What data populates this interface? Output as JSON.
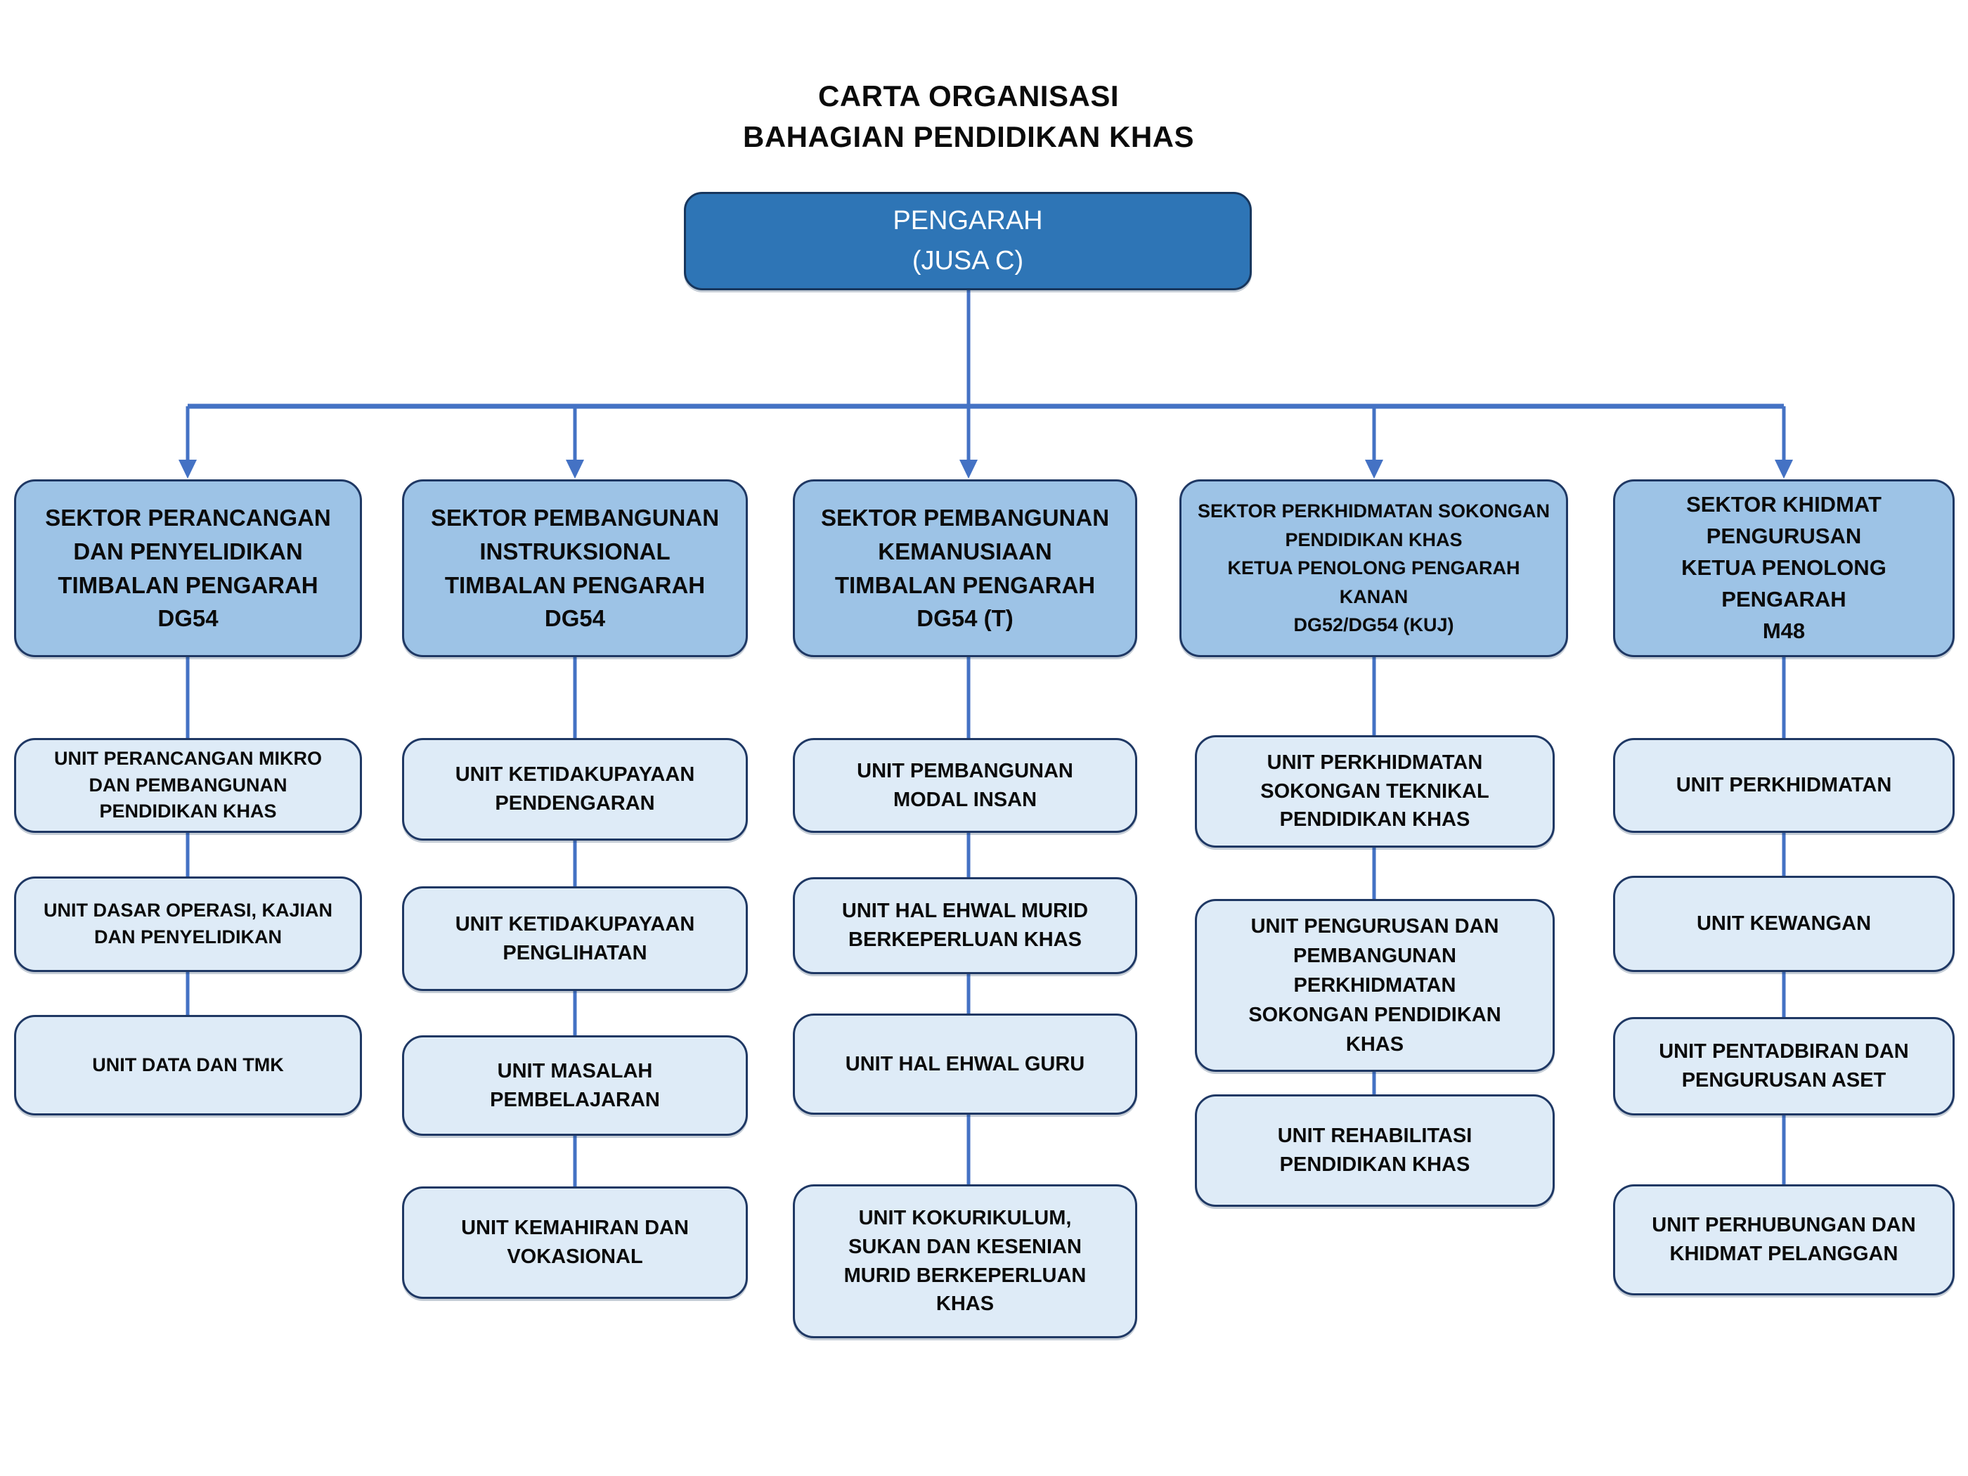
{
  "title": {
    "line1": "CARTA ORGANISASI",
    "line2": "BAHAGIAN PENDIDIKAN KHAS"
  },
  "root": {
    "label": "PENGARAH\n(JUSA C)"
  },
  "colors": {
    "root_fill": "#2E75B6",
    "sector_fill": "#9DC3E6",
    "unit_fill": "#DEEBF7",
    "box_border": "#1F3864",
    "connector": "#4472C4",
    "root_text": "#FFFFFF",
    "box_text": "#0B0B0B"
  },
  "sectors": [
    {
      "label": "SEKTOR PERANCANGAN\nDAN PENYELIDIKAN\nTIMBALAN PENGARAH\nDG54",
      "units": [
        {
          "label": "UNIT PERANCANGAN MIKRO\nDAN PEMBANGUNAN\nPENDIDIKAN KHAS"
        },
        {
          "label": "UNIT DASAR OPERASI, KAJIAN\nDAN PENYELIDIKAN"
        },
        {
          "label": "UNIT DATA DAN TMK"
        }
      ]
    },
    {
      "label": "SEKTOR PEMBANGUNAN\nINSTRUKSIONAL\nTIMBALAN PENGARAH\nDG54",
      "units": [
        {
          "label": "UNIT KETIDAKUPAYAAN\nPENDENGARAN"
        },
        {
          "label": "UNIT KETIDAKUPAYAAN\nPENGLIHATAN"
        },
        {
          "label": "UNIT MASALAH\nPEMBELAJARAN"
        },
        {
          "label": "UNIT KEMAHIRAN DAN\nVOKASIONAL"
        }
      ]
    },
    {
      "label": "SEKTOR PEMBANGUNAN\nKEMANUSIAAN\nTIMBALAN PENGARAH\nDG54 (T)",
      "units": [
        {
          "label": "UNIT PEMBANGUNAN\nMODAL INSAN"
        },
        {
          "label": "UNIT HAL EHWAL MURID\nBERKEPERLUAN KHAS"
        },
        {
          "label": "UNIT HAL EHWAL GURU"
        },
        {
          "label": "UNIT KOKURIKULUM,\nSUKAN DAN KESENIAN\nMURID BERKEPERLUAN\nKHAS"
        }
      ]
    },
    {
      "label": "SEKTOR PERKHIDMATAN SOKONGAN\nPENDIDIKAN KHAS\nKETUA PENOLONG PENGARAH\nKANAN\nDG52/DG54 (KUJ)",
      "units": [
        {
          "label": "UNIT PERKHIDMATAN\nSOKONGAN TEKNIKAL\nPENDIDIKAN KHAS"
        },
        {
          "label": "UNIT PENGURUSAN DAN\nPEMBANGUNAN\nPERKHIDMATAN\nSOKONGAN PENDIDIKAN\nKHAS"
        },
        {
          "label": "UNIT REHABILITASI\nPENDIDIKAN KHAS"
        }
      ]
    },
    {
      "label": "SEKTOR KHIDMAT\nPENGURUSAN\nKETUA PENOLONG\nPENGARAH\nM48",
      "units": [
        {
          "label": "UNIT PERKHIDMATAN"
        },
        {
          "label": "UNIT KEWANGAN"
        },
        {
          "label": "UNIT PENTADBIRAN DAN\nPENGURUSAN ASET"
        },
        {
          "label": "UNIT PERHUBUNGAN DAN\nKHIDMAT PELANGGAN"
        }
      ]
    }
  ]
}
